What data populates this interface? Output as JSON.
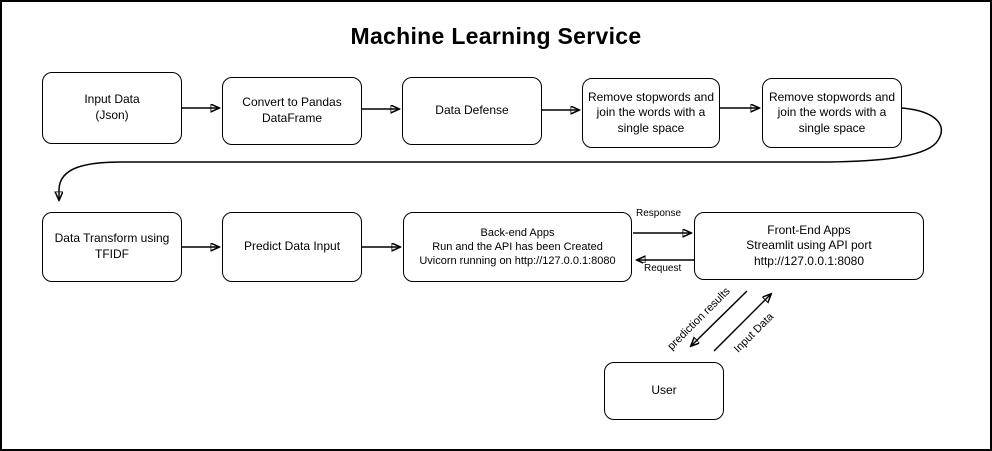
{
  "title": "Machine Learning Service",
  "nodes": {
    "input_data": {
      "label": "Input Data\n(Json)"
    },
    "convert_pandas": {
      "label": "Convert to Pandas\nDataFrame"
    },
    "data_defense": {
      "label": "Data Defense"
    },
    "remove_stopwords_1": {
      "label": "Remove stopwords and\njoin the words with a\nsingle space"
    },
    "remove_stopwords_2": {
      "label": "Remove stopwords and\njoin the words with a\nsingle space"
    },
    "data_transform": {
      "label": "Data Transform using\nTFIDF"
    },
    "predict": {
      "label": "Predict Data Input"
    },
    "backend": {
      "label": "Back-end Apps\nRun and the API has been Created\nUvicorn running on http://127.0.0.1:8080"
    },
    "frontend": {
      "label": "Front-End Apps\nStreamlit using API port\nhttp://127.0.0.1:8080"
    },
    "user": {
      "label": "User"
    }
  },
  "edge_labels": {
    "response": "Response",
    "request": "Request",
    "prediction_results": "prediction results",
    "input_data": "Input Data"
  },
  "colors": {
    "stroke": "#000000",
    "fill": "#ffffff",
    "text": "#000000",
    "border": "#000000"
  }
}
